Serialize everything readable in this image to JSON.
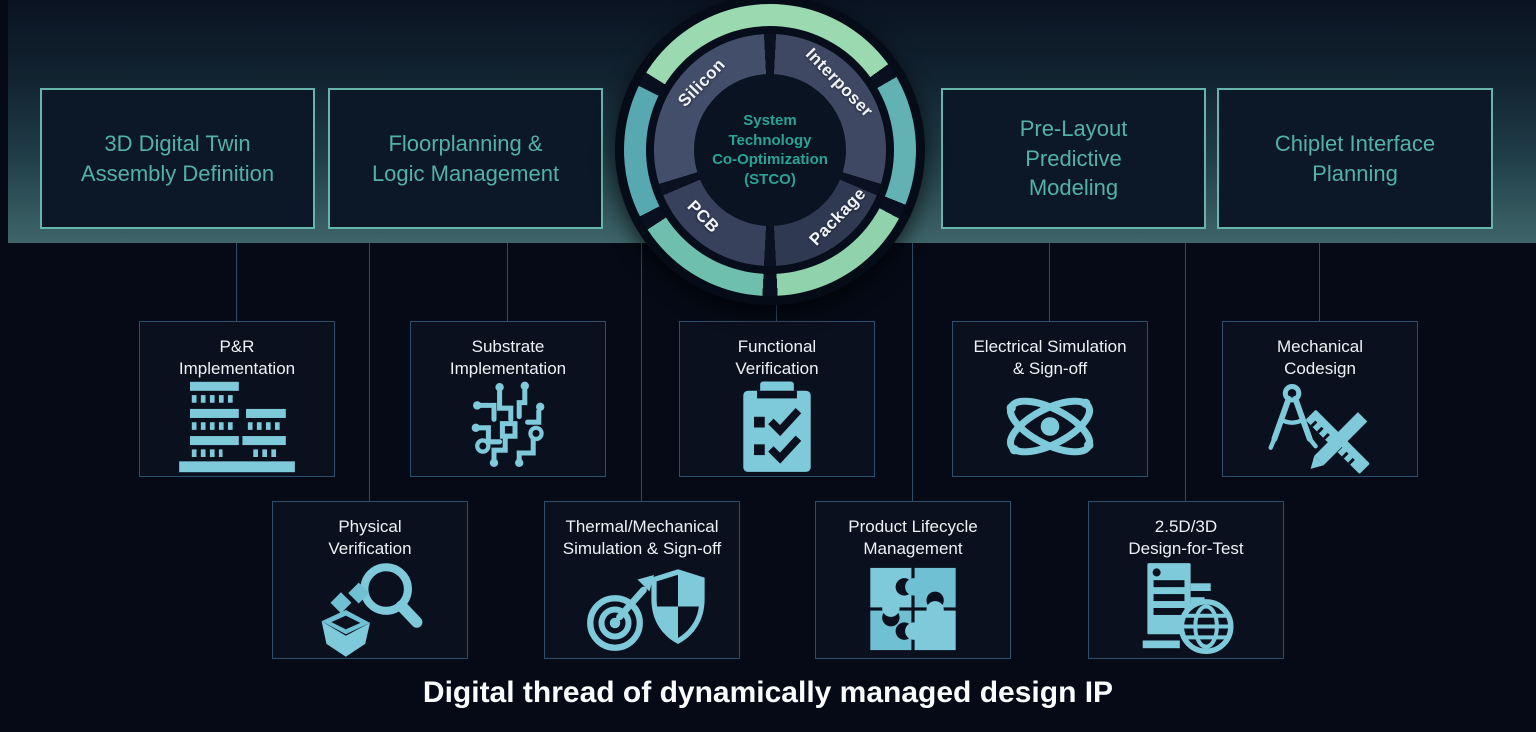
{
  "page": {
    "footer_title": "Digital thread of dynamically managed design IP"
  },
  "banner_stages": [
    {
      "label": "3D Digital Twin\nAssembly Definition"
    },
    {
      "label": "Floorplanning &\nLogic Management"
    },
    {
      "label": "Pre-Layout\nPredictive\nModeling"
    },
    {
      "label": "Chiplet Interface\nPlanning"
    }
  ],
  "stco_cycle": {
    "center_label": "System\nTechnology\nCo-Optimization\n(STCO)",
    "segments": [
      {
        "label": "Silicon"
      },
      {
        "label": "Interposer"
      },
      {
        "label": "Package"
      },
      {
        "label": "PCB"
      }
    ]
  },
  "mid_row": [
    {
      "label": "P&R\nImplementation",
      "icon": "chip-stack-icon"
    },
    {
      "label": "Substrate\nImplementation",
      "icon": "circuit-traces-icon"
    },
    {
      "label": "Functional\nVerification",
      "icon": "checklist-icon"
    },
    {
      "label": "Electrical Simulation\n& Sign-off",
      "icon": "atom-icon"
    },
    {
      "label": "Mechanical\nCodesign",
      "icon": "compass-ruler-icon"
    }
  ],
  "bottom_row": [
    {
      "label": "Physical\nVerification",
      "icon": "box-magnifier-icon"
    },
    {
      "label": "Thermal/Mechanical\nSimulation & Sign-off",
      "icon": "target-shield-icon"
    },
    {
      "label": "Product Lifecycle\nManagement",
      "icon": "puzzle-icon"
    },
    {
      "label": "2.5D/3D\nDesign-for-Test",
      "icon": "server-globe-icon"
    }
  ],
  "colors": {
    "background": "#050a16",
    "banner_gradient_top": "#0a1322",
    "banner_gradient_bottom": "#3e656a",
    "stage_box_border": "#66b5ab",
    "stage_box_text": "#53b2a5",
    "stage_box_fill": "#0c1828",
    "node_box_border": "#2e4f6b",
    "node_box_fill": "#0a101e",
    "node_text": "#eef1f5",
    "icon_blue": "#7ec9da",
    "cycle_mint": "#9bdab1",
    "cycle_teal": "#62b2b4",
    "cycle_center_text": "#2aa394",
    "connector_line": "#2c4d66"
  }
}
